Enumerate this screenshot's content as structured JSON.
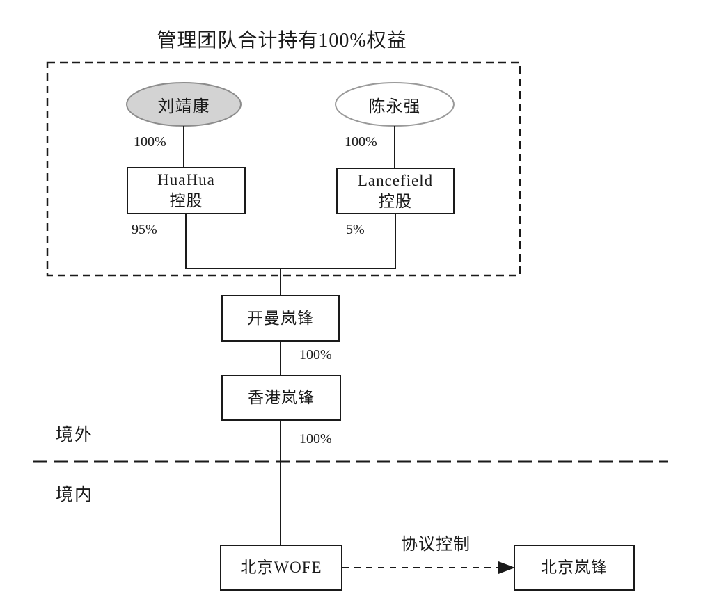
{
  "title": "管理团队合计持有100%权益",
  "nodes": {
    "liu": {
      "name": "刘靖康"
    },
    "chen": {
      "name": "陈永强"
    },
    "huahua": {
      "line1": "HuaHua",
      "line2": "控股"
    },
    "lancefield": {
      "line1": "Lancefield",
      "line2": "控股"
    },
    "cayman": {
      "name": "开曼岚锋"
    },
    "hongkong": {
      "name": "香港岚锋"
    },
    "beijing_wofe": {
      "name": "北京WOFE"
    },
    "beijing_lanfeng": {
      "name": "北京岚锋"
    }
  },
  "edges": {
    "liu_to_huahua": {
      "label": "100%"
    },
    "chen_to_lancefield": {
      "label": "100%"
    },
    "huahua_to_cayman": {
      "label": "95%"
    },
    "lancefield_to_cayman": {
      "label": "5%"
    },
    "cayman_to_hongkong": {
      "label": "100%"
    },
    "hongkong_to_wofe": {
      "label": "100%"
    },
    "vie_control": {
      "label": "协议控制"
    }
  },
  "regions": {
    "offshore": "境外",
    "onshore": "境内"
  },
  "colors": {
    "shaded_ellipse": "#d3d3d3",
    "plain_ellipse": "#ffffff",
    "ellipse_stroke": "#8c8c8c",
    "line": "#1a1a1a"
  }
}
